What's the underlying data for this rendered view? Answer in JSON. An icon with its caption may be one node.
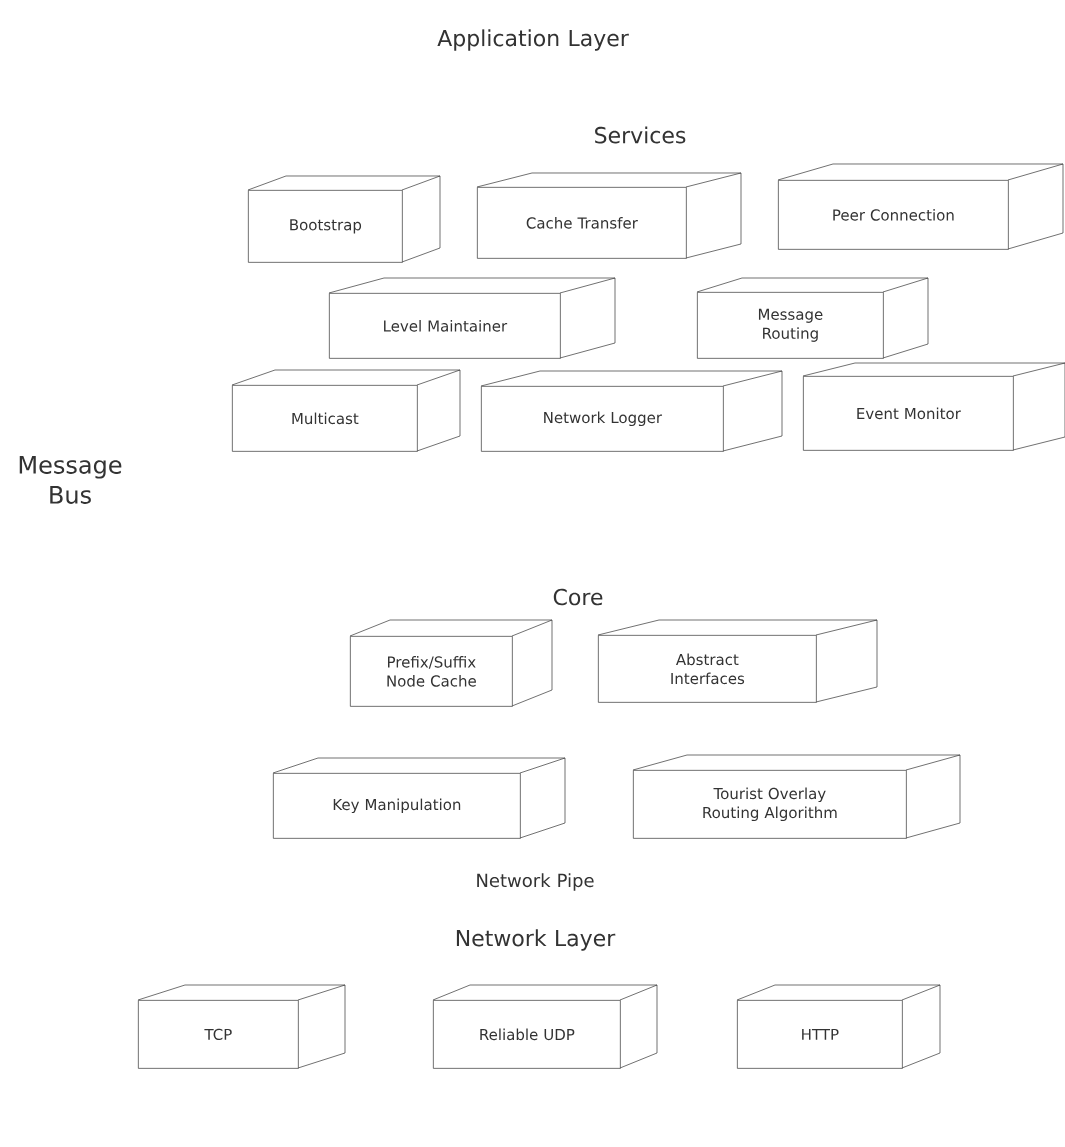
{
  "diagram": {
    "nodes": [
      {
        "text": [
          "Bootstrap"
        ]
      },
      {
        "text": [
          "Cache Transfer"
        ]
      },
      {
        "text": [
          "Peer Connection"
        ]
      },
      {
        "text": [
          "Level Maintainer"
        ]
      },
      {
        "text": [
          "Message Routing"
        ]
      },
      {
        "text": [
          "Multicast"
        ]
      },
      {
        "text": [
          "Network Logger"
        ]
      },
      {
        "text": [
          "Event Monitor"
        ]
      },
      {
        "text": [
          "Prefix/Suffix Node Cache"
        ]
      },
      {
        "text": [
          "Abstract Interfaces"
        ]
      },
      {
        "text": [
          "Key Manipulation"
        ]
      },
      {
        "text": [
          "Tourist Overlay Routing Algorithm"
        ]
      },
      {
        "text": [
          "TCP"
        ]
      },
      {
        "text": [
          "Reliable UDP"
        ]
      },
      {
        "text": [
          "HTTP"
        ]
      }
    ],
    "labels": [
      "Application Layer",
      "Services",
      "Message Bus",
      "Core",
      "Network Pipe",
      "Network Layer"
    ]
  }
}
